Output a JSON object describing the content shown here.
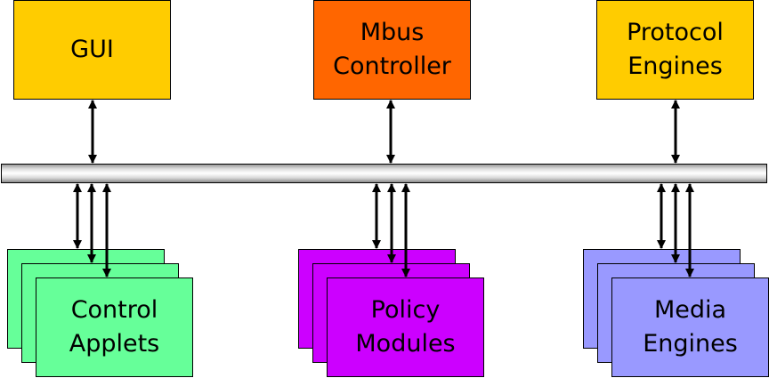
{
  "top_boxes": [
    {
      "lines": [
        "GUI"
      ],
      "color": "#FFCC00"
    },
    {
      "lines": [
        "Mbus",
        "Controller"
      ],
      "color": "#FF6600"
    },
    {
      "lines": [
        "Protocol",
        "Engines"
      ],
      "color": "#FFCC00"
    }
  ],
  "bottom_stacks": [
    {
      "lines": [
        "Control",
        "Applets"
      ],
      "color": "#66FF99"
    },
    {
      "lines": [
        "Policy",
        "Modules"
      ],
      "color": "#CC00FF"
    },
    {
      "lines": [
        "Media",
        "Engines"
      ],
      "color": "#9999FF"
    }
  ]
}
